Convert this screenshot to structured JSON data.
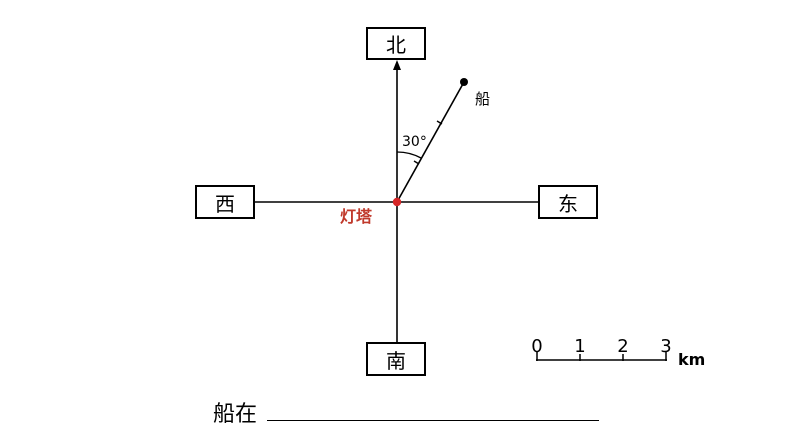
{
  "directions": {
    "north": "北",
    "south": "南",
    "west": "西",
    "east": "东"
  },
  "labels": {
    "ship": "船",
    "angle": "30°",
    "lighthouse": "灯塔"
  },
  "scale_bar": {
    "ticks": [
      "0",
      "1",
      "2",
      "3"
    ],
    "unit": "km"
  },
  "question": {
    "prompt": "船在"
  },
  "colors": {
    "lighthouse": "#d62728",
    "lines": "#000000"
  }
}
